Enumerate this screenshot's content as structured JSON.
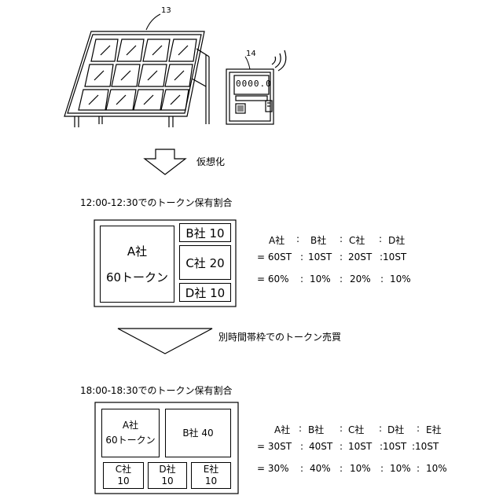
{
  "figure": {
    "solar_ref": "13",
    "meter_ref": "14",
    "meter_display": "0000.0",
    "virtualize_label": "仮想化",
    "section1": {
      "title": "12:00-12:30でのトークン保有割合",
      "a_line1": "A社",
      "a_line2": "60トークン",
      "b_box": "B社 10",
      "c_box": "C社 20",
      "d_box": "D社 10",
      "ratio_names": [
        "A社",
        "B社",
        "C社",
        "D社"
      ],
      "ratio_tokens": [
        "= 60ST",
        "10ST",
        "20ST",
        ":10ST"
      ],
      "ratio_percent": [
        "= 60%",
        "10%",
        "20%",
        "10%"
      ]
    },
    "trade_label": "別時間帯枠でのトークン売買",
    "section2": {
      "title": "18:00-18:30でのトークン保有割合",
      "a_line1": "A社",
      "a_line2": "60トークン",
      "b_box": "B社 40",
      "c_line1": "C社",
      "c_line2": "10",
      "d_line1": "D社",
      "d_line2": "10",
      "e_line1": "E社",
      "e_line2": "10",
      "ratio_names": [
        "A社",
        "B社",
        "C社",
        "D社",
        "E社"
      ],
      "ratio_tokens": [
        "= 30ST",
        "40ST",
        "10ST",
        ":10ST",
        ":10ST"
      ],
      "ratio_percent": [
        "= 30%",
        "40%",
        "10%",
        "10%",
        "10%"
      ]
    }
  }
}
